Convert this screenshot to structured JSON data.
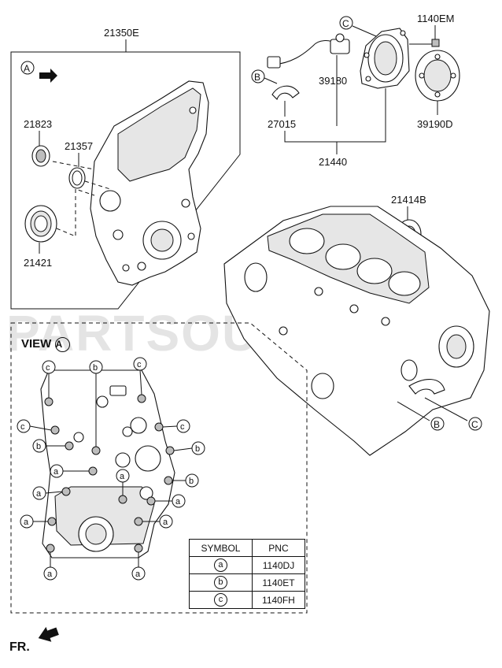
{
  "parts": {
    "timing_cover": "21350E",
    "seal_small": "21823",
    "o_ring": "21357",
    "oil_seal": "21421",
    "sensor": "39180",
    "bearing": "27015",
    "rear_seal_case": "21440",
    "bolt": "1140EM",
    "target_wheel": "39190D",
    "pump_part": "21414B"
  },
  "callouts": {
    "A": "A",
    "B": "B",
    "C": "C",
    "a": "a",
    "b": "b",
    "c": "c"
  },
  "view": {
    "title": "VIEW",
    "ref": "A"
  },
  "table": {
    "headers": [
      "SYMBOL",
      "PNC"
    ],
    "rows": [
      {
        "symbol": "a",
        "pnc": "1140DJ"
      },
      {
        "symbol": "b",
        "pnc": "1140ET"
      },
      {
        "symbol": "c",
        "pnc": "1140FH"
      }
    ]
  },
  "direction_label": "FR.",
  "watermark": "PARTSOUQ.COM"
}
